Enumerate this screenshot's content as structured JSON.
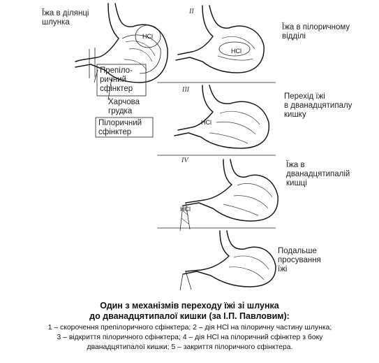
{
  "labels": {
    "food_in_stomach": [
      "Їжа в ділянці",
      "шлунка"
    ],
    "prepyloric_sphincter": [
      "Препіло-",
      "ричний",
      "сфінктер"
    ],
    "food_bolus": [
      "Харчова",
      "грудка"
    ],
    "pyloric_sphincter": [
      "Пілоричний",
      "сфінктер"
    ],
    "stage2": [
      "Їжа в пілоричному",
      "відділі"
    ],
    "stage3": [
      "Перехід їжі",
      "в дванадцятипалу",
      "кишку"
    ],
    "stage4": [
      "Їжа в",
      "дванадцятипалій",
      "кишці"
    ],
    "stage5": [
      "Подальше",
      "просування",
      "їжі"
    ],
    "hcl": "HCl"
  },
  "roman": [
    "II",
    "III",
    "IV"
  ],
  "caption": {
    "title_line1": "Один з механізмів переходу їжі зі шлунка",
    "title_line2": "до дванадцятипалої кишки (за І.П. Павловим):",
    "line1": "1 – скорочення препілоричного сфінктера; 2 – дія HCl на пілоричну частину шлунка;",
    "line2": "3 – відкриття пілоричного сфінктера; 4 – дія HCl на пілоричний сфінктер з боку",
    "line3": "дванадцятипалої кишки; 5 – закриття пілоричного сфінктера."
  }
}
